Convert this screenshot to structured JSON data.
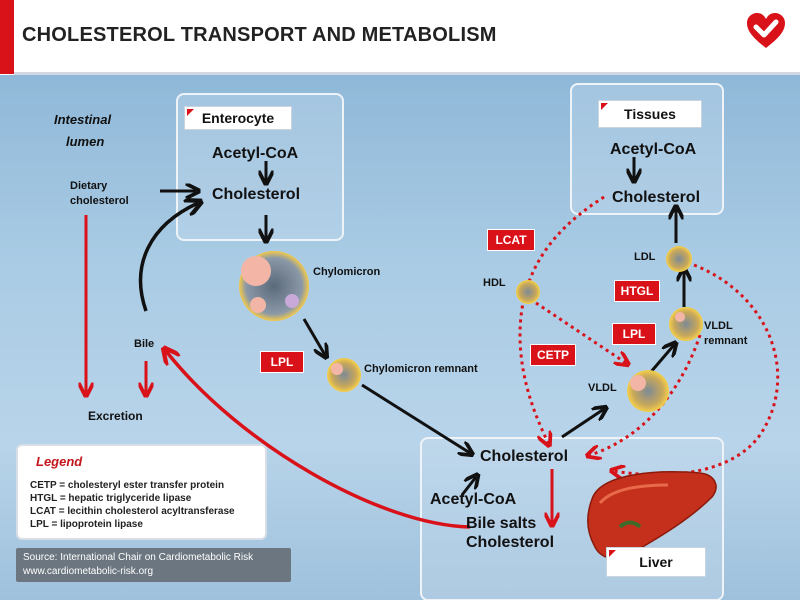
{
  "title": "CHOLESTEROL TRANSPORT AND METABOLISM",
  "colors": {
    "accent": "#d9121a",
    "background": "#a9cbe4",
    "source_bar": "#6b7680"
  },
  "logo_icon": "heart-check-logo",
  "intestine": {
    "lumen": [
      "Intestinal",
      "lumen"
    ],
    "dietary": [
      "Dietary",
      "cholesterol"
    ],
    "bile": "Bile",
    "excretion": "Excretion"
  },
  "enterocyte": {
    "label": "Enterocyte",
    "acetyl": "Acetyl-CoA",
    "cholesterol": "Cholesterol",
    "chylomicron": "Chylomicron",
    "lpl": "LPL",
    "remnant": "Chylomicron remnant"
  },
  "tissues": {
    "label": "Tissues",
    "acetyl": "Acetyl-CoA",
    "cholesterol": "Cholesterol",
    "ldl": "LDL",
    "htgl": "HTGL",
    "lcat": "LCAT",
    "hdl": "HDL",
    "cetp": "CETP",
    "lpl": "LPL",
    "vldl": "VLDL",
    "vldl_remnant": [
      "VLDL",
      "remnant"
    ]
  },
  "liver": {
    "label": "Liver",
    "cholesterol": "Cholesterol",
    "acetyl": "Acetyl-CoA",
    "bile_salts": "Bile salts",
    "bile_cholesterol": "Cholesterol"
  },
  "legend": {
    "title": "Legend",
    "items": [
      "CETP = cholesteryl ester transfer protein",
      "HTGL = hepatic triglyceride lipase",
      "LCAT = lecithin cholesterol acyltransferase",
      "LPL = lipoprotein lipase"
    ]
  },
  "source": {
    "line1": "Source: International Chair on Cardiometabolic Risk",
    "line2": "www.cardiometabolic-risk.org"
  }
}
